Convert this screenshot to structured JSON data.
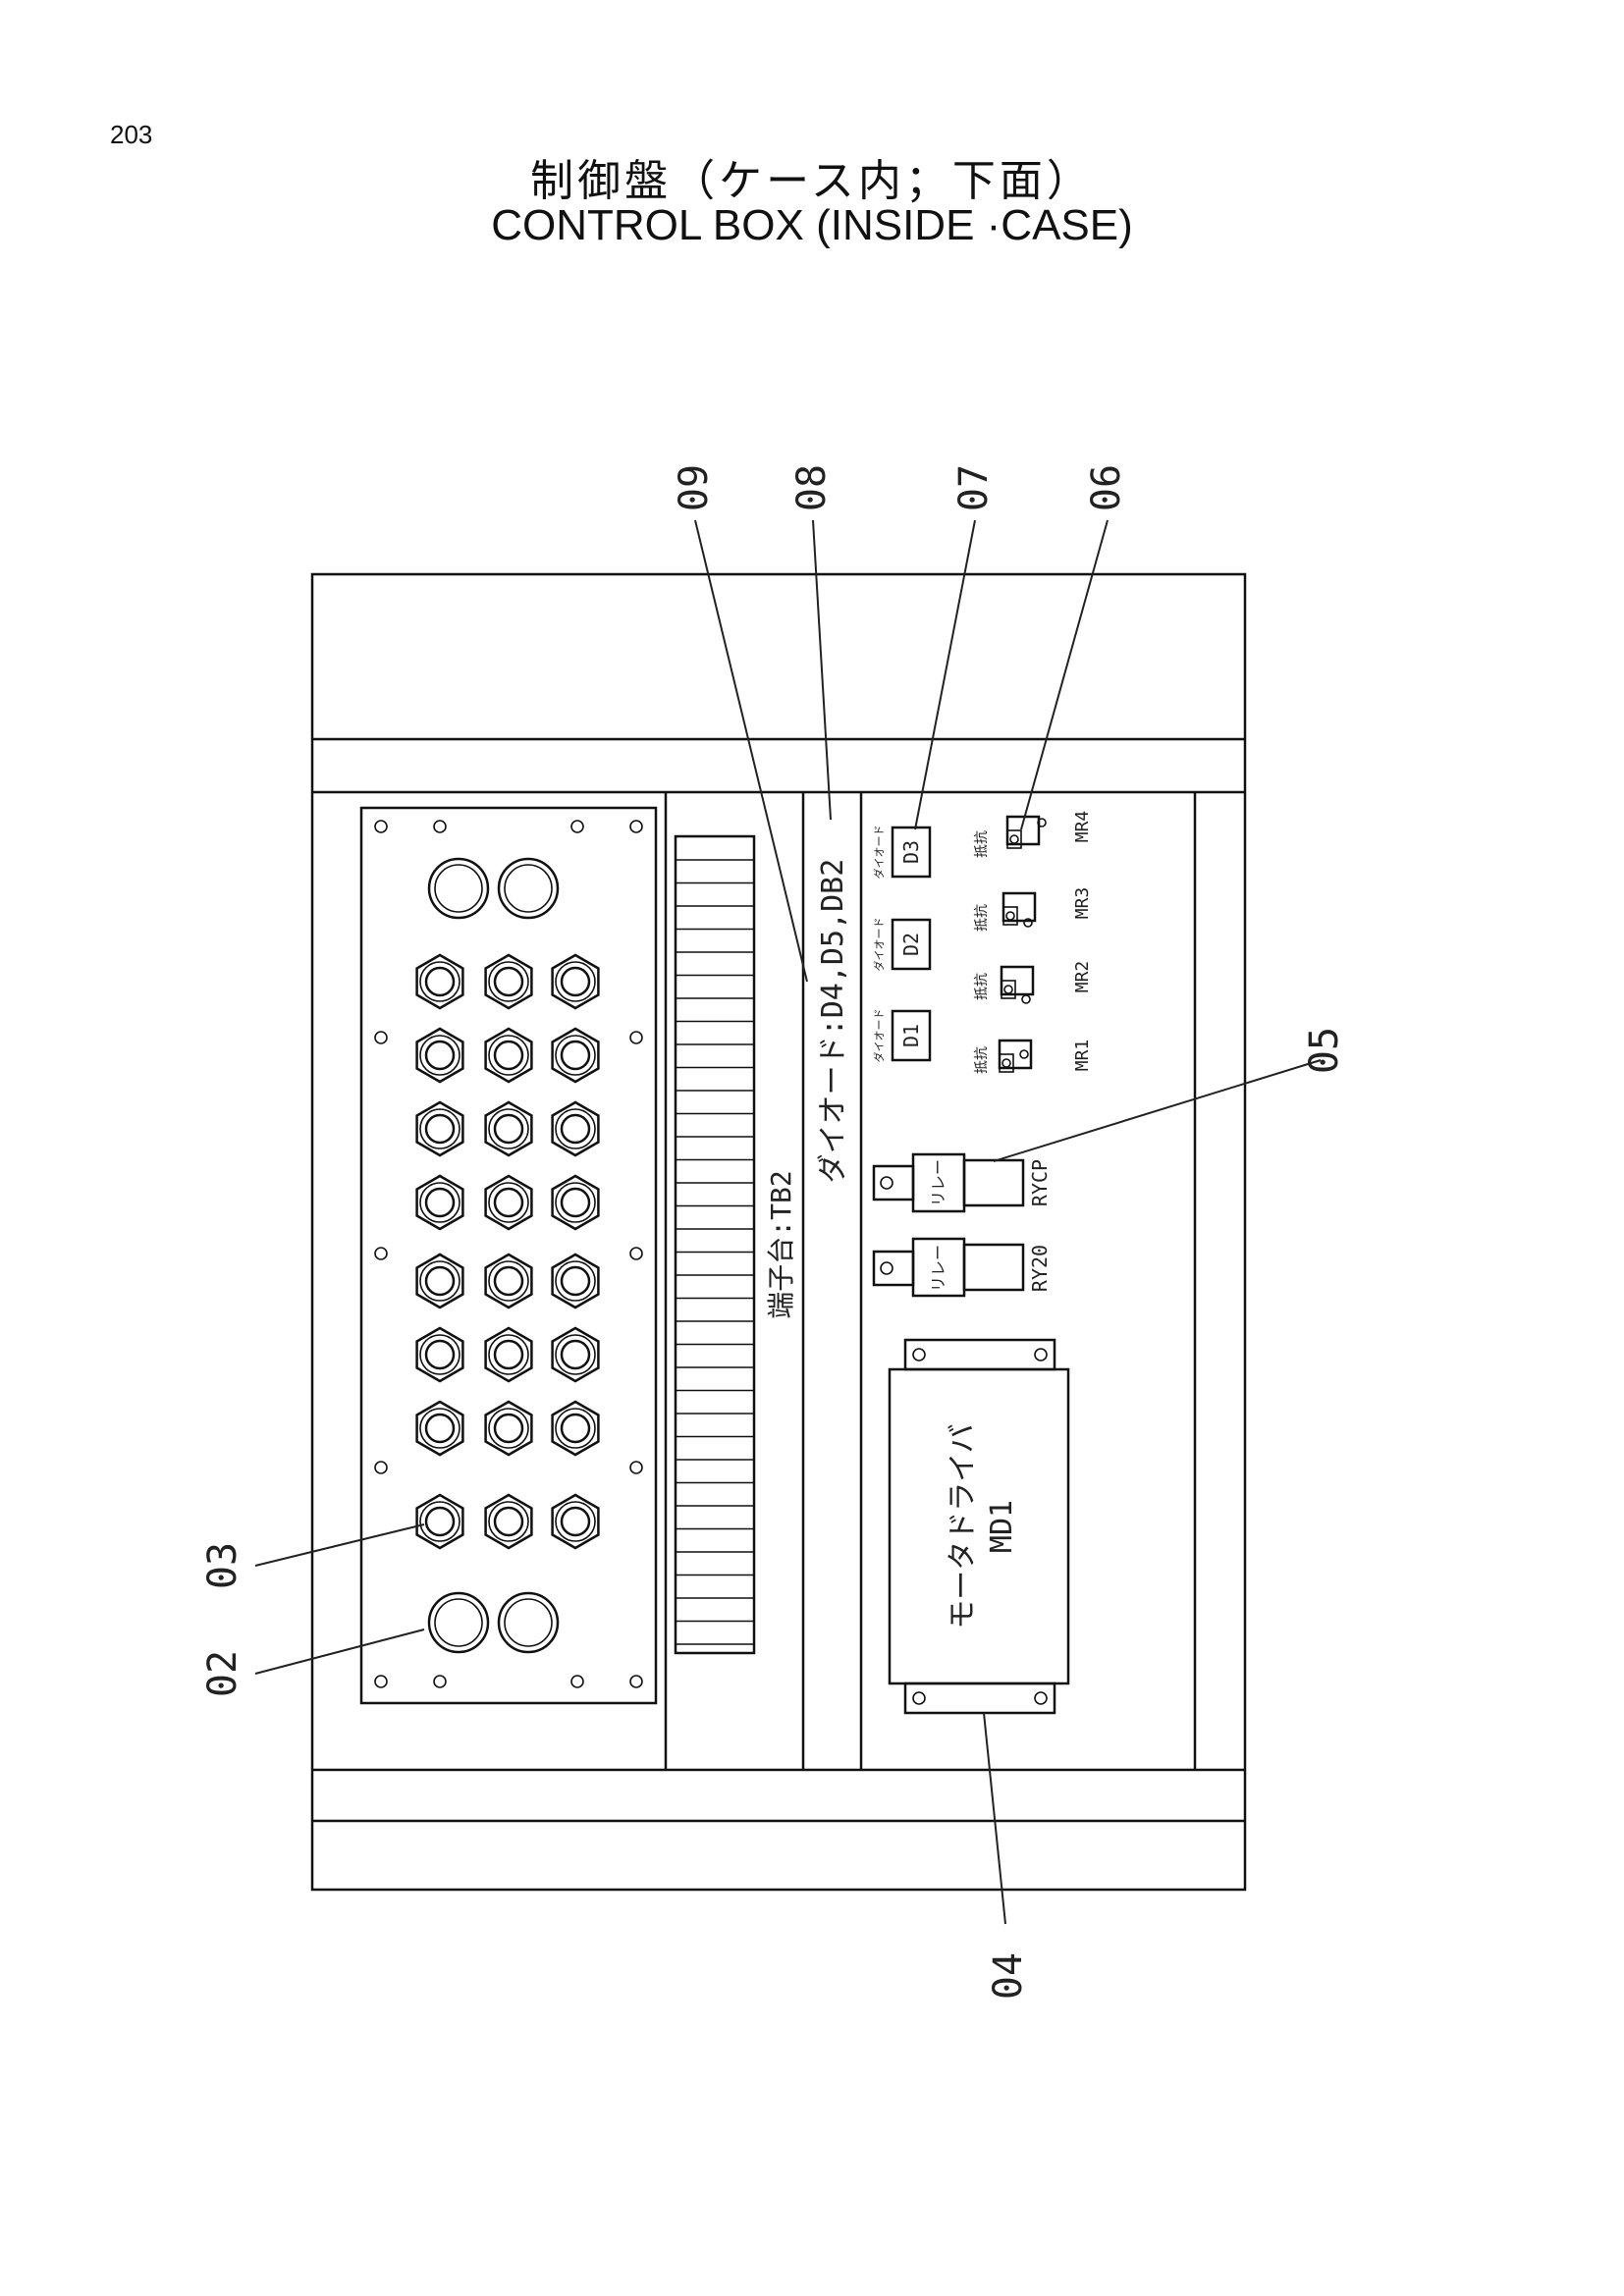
{
  "page_number": "203",
  "title": {
    "jp": "制御盤（ケース内；下面）",
    "en": "CONTROL BOX (INSIDE ·CASE)"
  },
  "callouts": {
    "c09": "09",
    "c08": "08",
    "c07": "07",
    "c06": "06",
    "c05": "05",
    "c04": "04",
    "c03": "03",
    "c02": "02"
  },
  "labels": {
    "diode_group": "ダイオード:D4,D5,DB2",
    "terminal_block": "端子台:TB2",
    "diode_word": "ダイオード",
    "resistor_word": "抵抗",
    "relay_word": "リレー",
    "motor_driver": "モータドライバ",
    "motor_driver_id": "MD1"
  },
  "diodes": [
    "D1",
    "D2",
    "D3"
  ],
  "resistors": [
    "MR1",
    "MR2",
    "MR3",
    "MR4"
  ],
  "relays": [
    "RYCP",
    "RY20"
  ]
}
